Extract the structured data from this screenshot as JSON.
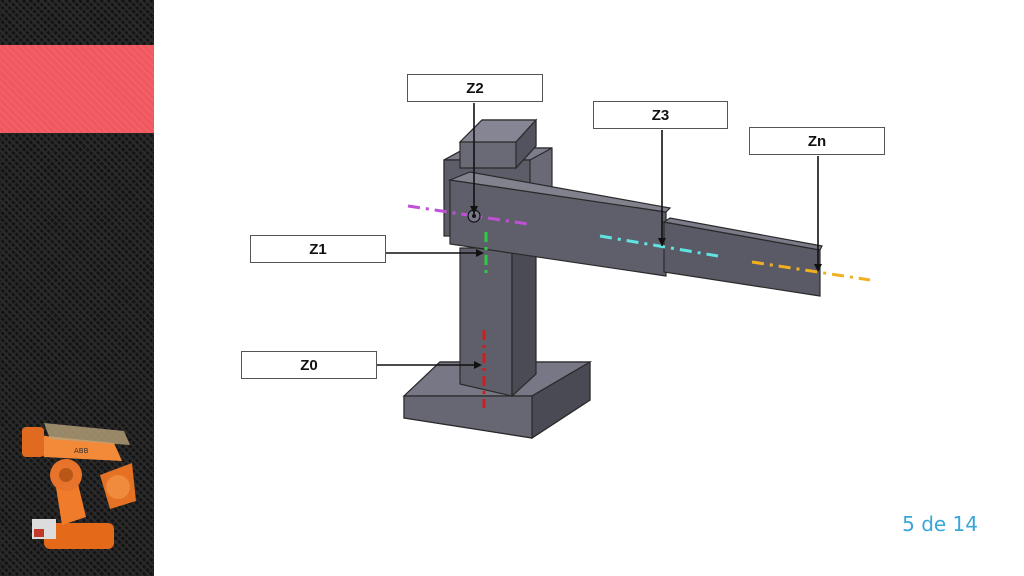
{
  "slide": {
    "page_indicator": "5 de 14",
    "colors": {
      "accent": "#f0575e",
      "part_body": "#5f5f6b",
      "axis_z0": "#cc1f1f",
      "axis_z1": "#2ecc40",
      "axis_z2": "#c050d8",
      "axis_z3": "#5fe3e3",
      "axis_zn": "#f2b01e",
      "page_number": "#3aa6d8"
    }
  },
  "diagram": {
    "labels": {
      "z0": "Z0",
      "z1": "Z1",
      "z2": "Z2",
      "z3": "Z3",
      "zn": "Zn"
    }
  },
  "sidebar": {
    "thumbnail_icon": "industrial-robot-arm-icon"
  }
}
